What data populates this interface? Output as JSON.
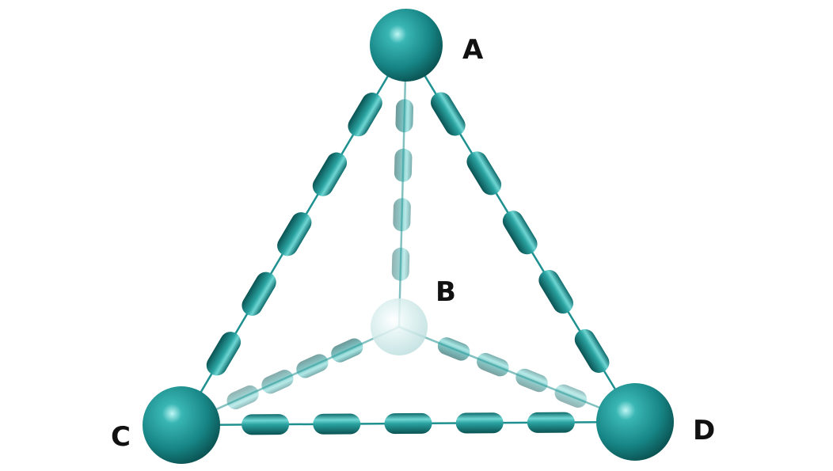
{
  "vertices": [
    {
      "id": "A",
      "label": "A"
    },
    {
      "id": "B",
      "label": "B",
      "faded": true
    },
    {
      "id": "C",
      "label": "C"
    },
    {
      "id": "D",
      "label": "D"
    }
  ],
  "edges": [
    {
      "from": "A",
      "to": "C"
    },
    {
      "from": "A",
      "to": "D"
    },
    {
      "from": "C",
      "to": "D"
    },
    {
      "from": "A",
      "to": "B",
      "faded": true
    },
    {
      "from": "B",
      "to": "C",
      "faded": true
    },
    {
      "from": "B",
      "to": "D",
      "faded": true
    }
  ],
  "colors": {
    "atom": "#1a8e8e",
    "atom_dark": "#0b5858",
    "atom_light": "#9ff0ee",
    "bond_line": "#1f9090",
    "faded_atom": "#cfe9e9",
    "label": "#111111"
  }
}
